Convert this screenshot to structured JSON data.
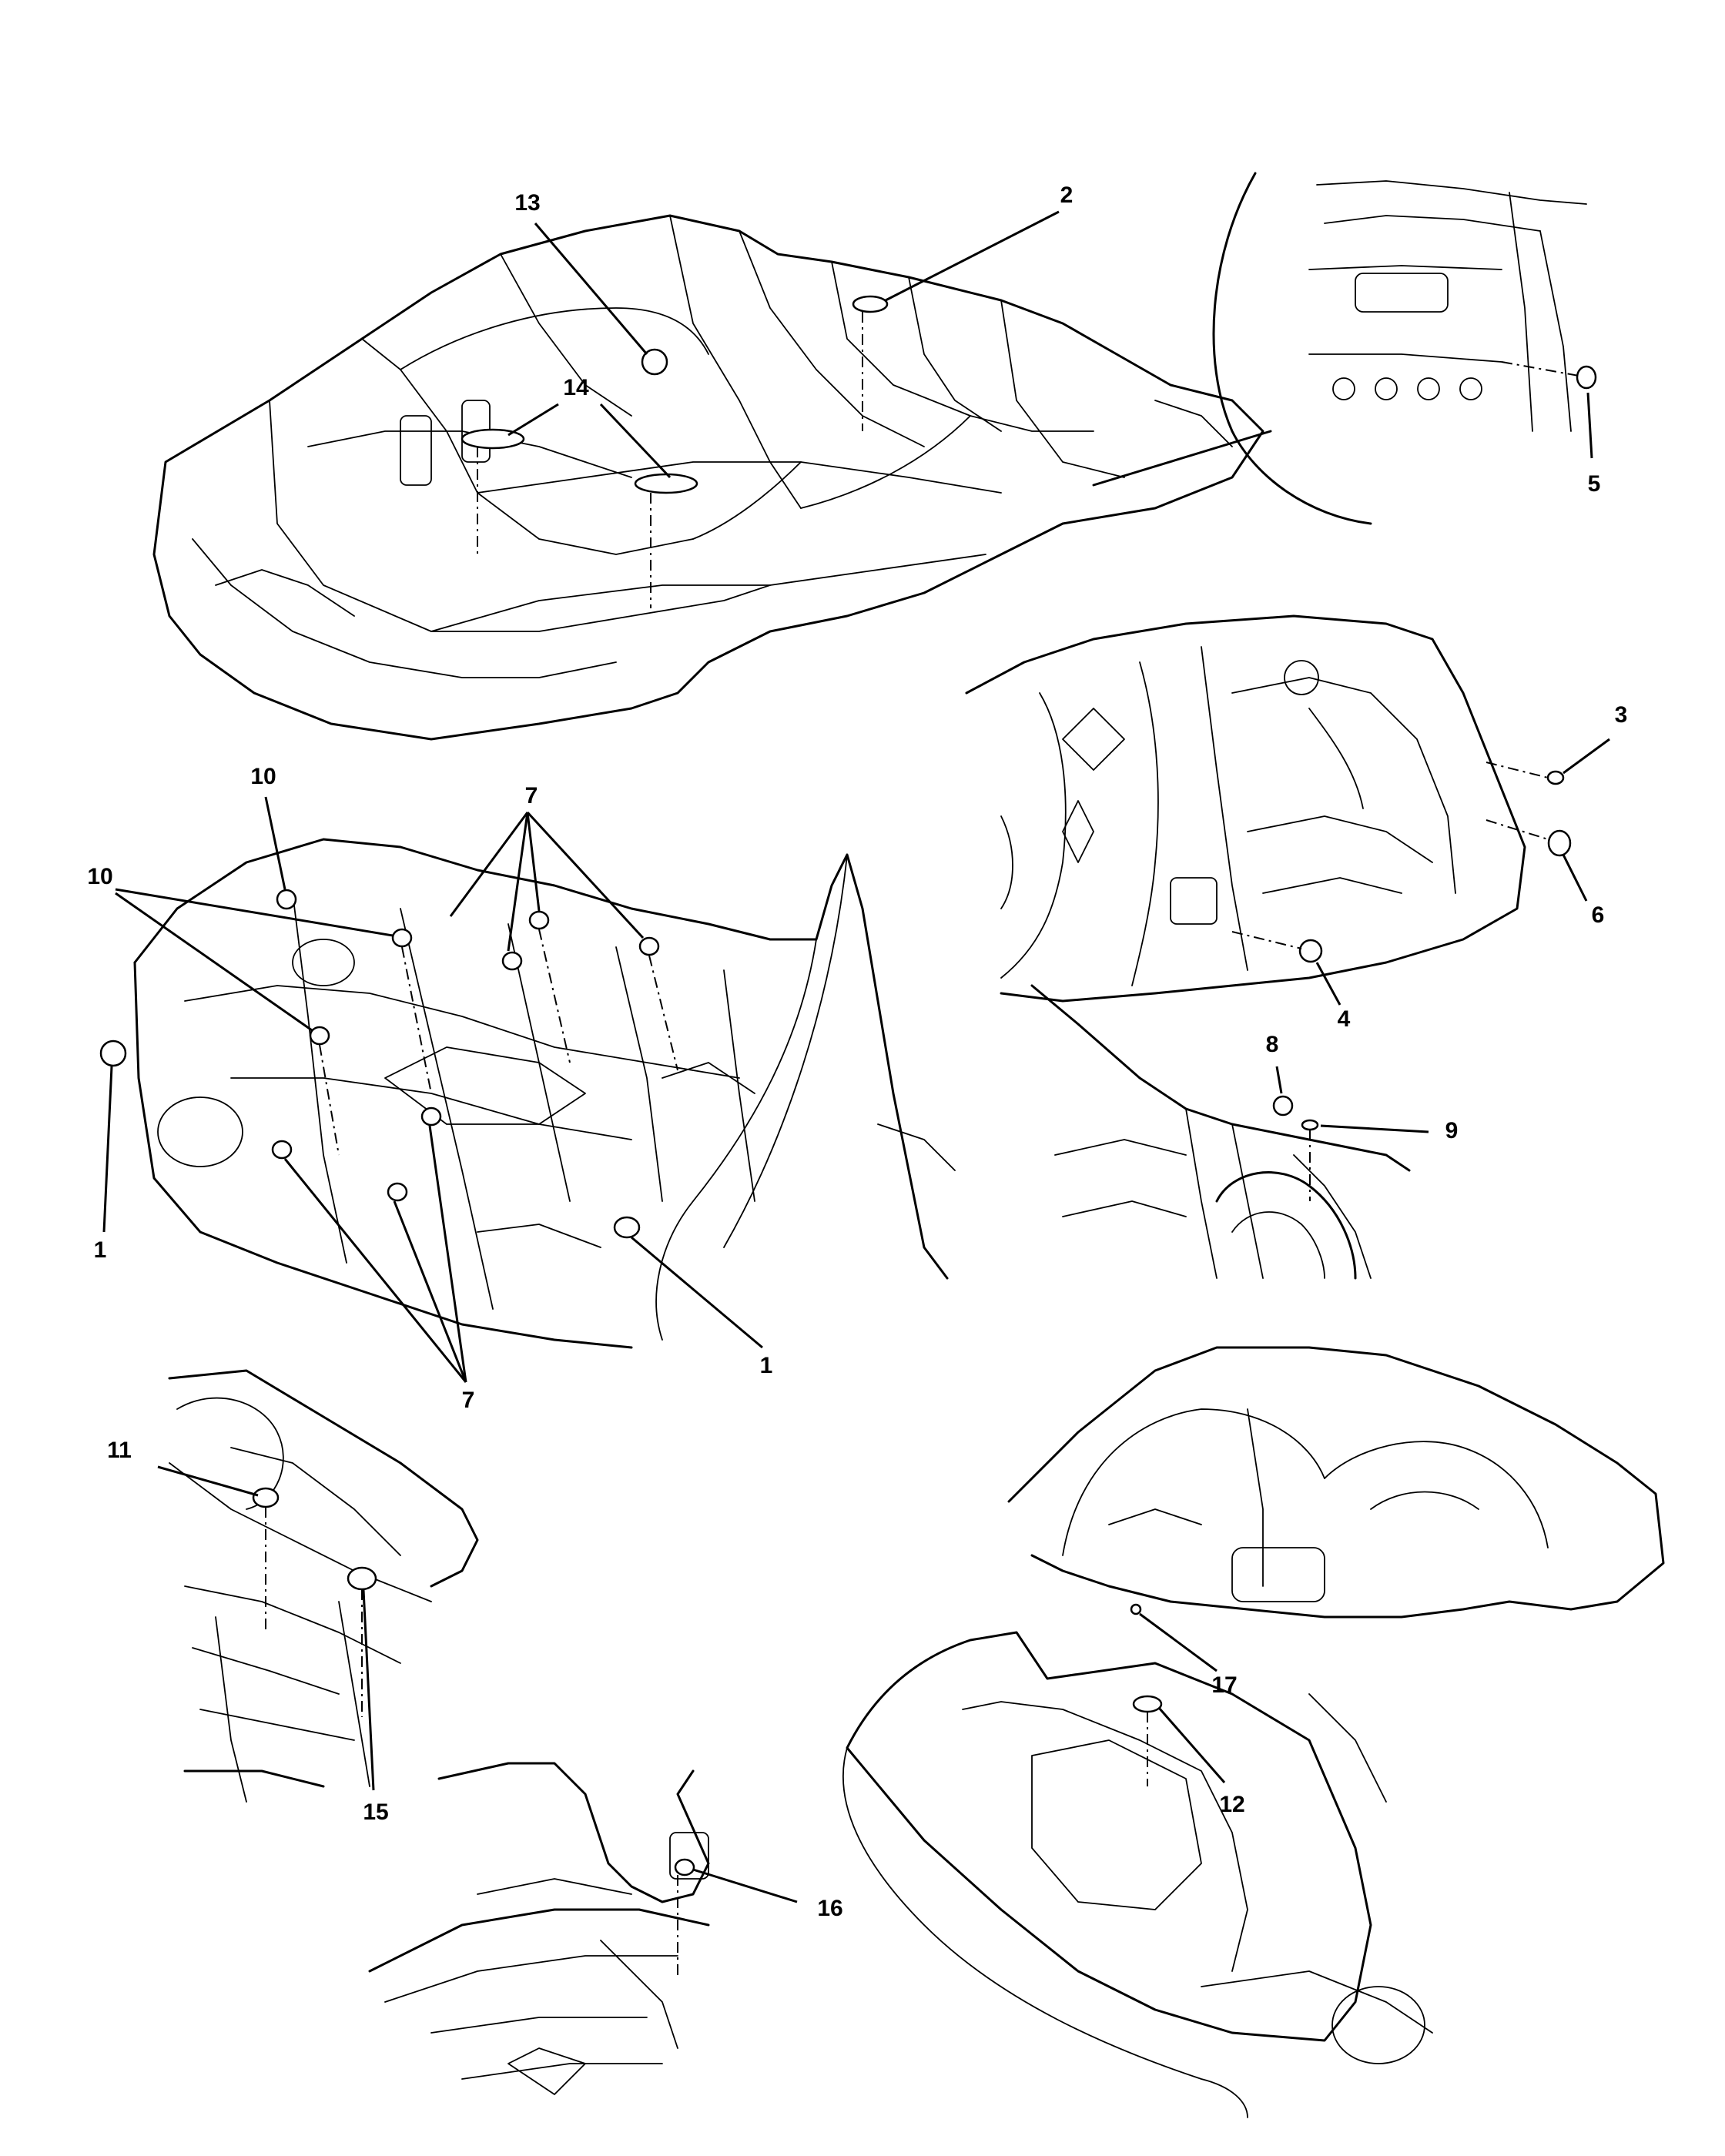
{
  "callouts": {
    "c1a": "1",
    "c1b": "1",
    "c2": "2",
    "c3": "3",
    "c4": "4",
    "c5": "5",
    "c6": "6",
    "c7a": "7",
    "c7b": "7",
    "c8": "8",
    "c9": "9",
    "c10a": "10",
    "c10b": "10",
    "c11": "11",
    "c12": "12",
    "c13": "13",
    "c14": "14",
    "c15": "15",
    "c16": "16",
    "c17": "17"
  }
}
